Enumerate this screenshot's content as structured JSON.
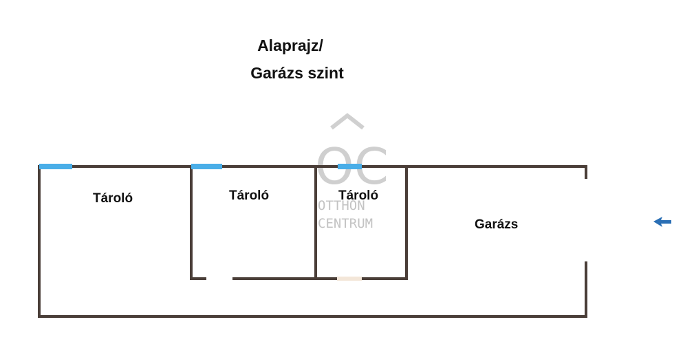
{
  "title": {
    "line1": "Alaprajz/",
    "line2": "Garázs szint"
  },
  "rooms": [
    {
      "label": "Tároló"
    },
    {
      "label": "Tároló"
    },
    {
      "label": "Tároló"
    },
    {
      "label": "Garázs"
    }
  ],
  "watermark": {
    "monogram": "OC",
    "line1": "OTTHON",
    "line2": "CENTRUM"
  },
  "colors": {
    "wall": "#4a3e38",
    "window": "#4aaee8",
    "door": "#f3e6d8",
    "entrance_arrow": "#2a6fb5"
  },
  "icons": {
    "entrance": "arrow-left-icon"
  }
}
